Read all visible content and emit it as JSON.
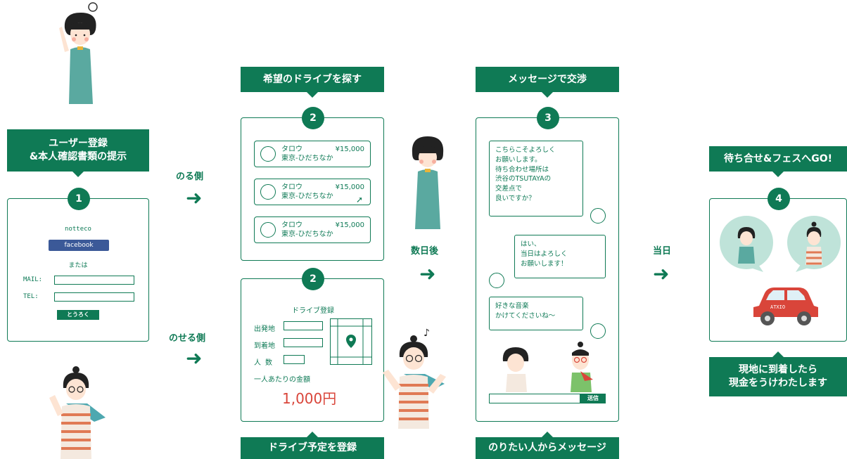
{
  "colors": {
    "accent": "#0f7a55",
    "facebook": "#3b5998",
    "price_red": "#d9453a",
    "bubble_bg": "#bfe3d9"
  },
  "step1": {
    "label": "ユーザー登録\n&本人確認書類の提示",
    "number": "1",
    "brand": "notteco",
    "facebook": "facebook",
    "or": "または",
    "mail_label": "MAIL:",
    "tel_label": "TEL:",
    "submit": "とうろく"
  },
  "side_ride": "のる側",
  "side_drive": "のせる側",
  "step2a": {
    "label": "希望のドライブを探す",
    "number": "2",
    "listings": [
      {
        "name": "タロウ",
        "route": "東京-ひだちなか",
        "price": "¥15,000"
      },
      {
        "name": "タロウ",
        "route": "東京-ひだちなか",
        "price": "¥15,000"
      },
      {
        "name": "タロウ",
        "route": "東京-ひだちなか",
        "price": "¥15,000"
      }
    ]
  },
  "step2b": {
    "number": "2",
    "form_title": "ドライブ登録",
    "departure": "出発地",
    "arrival": "到着地",
    "people": "人 数",
    "per_person": "一人あたりの金額",
    "amount": "1,000円",
    "label": "ドライブ予定を登録"
  },
  "days_later": "数日後",
  "step3": {
    "label": "メッセージで交渉",
    "number": "3",
    "msg1": "こちらこそよろしく\nお願いします。\n待ち合わせ場所は\n渋谷のTSUTAYAの\n交差点で\n良いですか？",
    "msg2": "はい、\n当日はよろしく\nお願いします！",
    "msg3": "好きな音楽\nかけてくださいね～",
    "send": "送信",
    "bottom_label": "のりたい人からメッセージ"
  },
  "same_day": "当日",
  "step4": {
    "label": "待ち合せ&フェスへGO!",
    "number": "4",
    "car_text": "ATXIO",
    "bottom_label": "現地に到着したら\n現金をうけわたします"
  }
}
